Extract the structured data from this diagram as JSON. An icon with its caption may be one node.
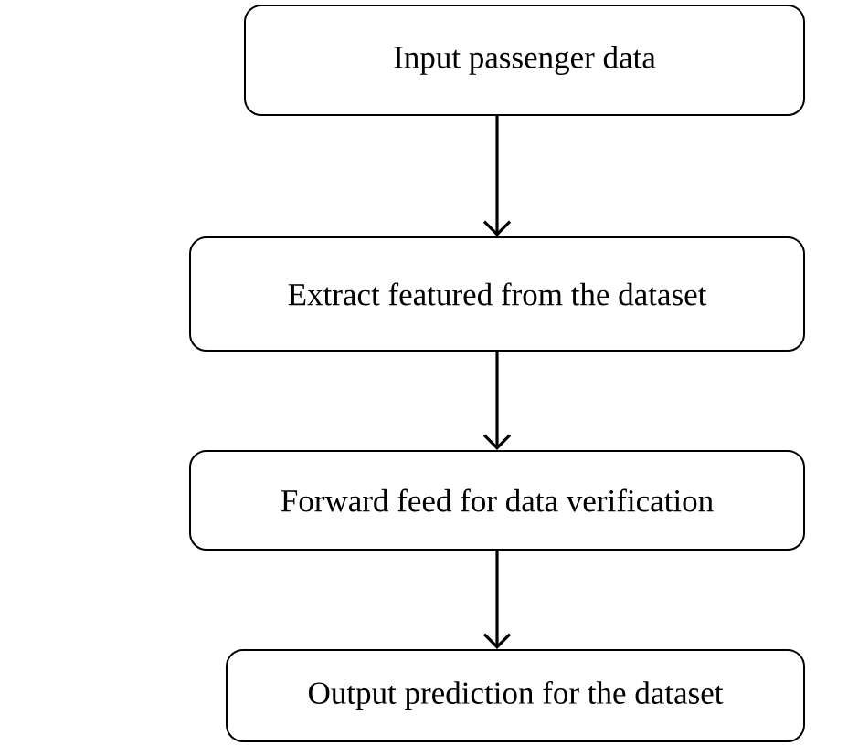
{
  "diagram": {
    "nodes": [
      {
        "text": [
          "Input passenger data"
        ]
      },
      {
        "text": [
          "Extract featured from the dataset"
        ]
      },
      {
        "text": [
          "Forward feed for data verification"
        ]
      },
      {
        "text": [
          "Output prediction for the dataset"
        ]
      }
    ],
    "edges": [
      {
        "from": 0,
        "to": 1,
        "arrow": "to"
      },
      {
        "from": 1,
        "to": 2,
        "arrow": "to"
      },
      {
        "from": 2,
        "to": 3,
        "arrow": "to"
      }
    ]
  }
}
